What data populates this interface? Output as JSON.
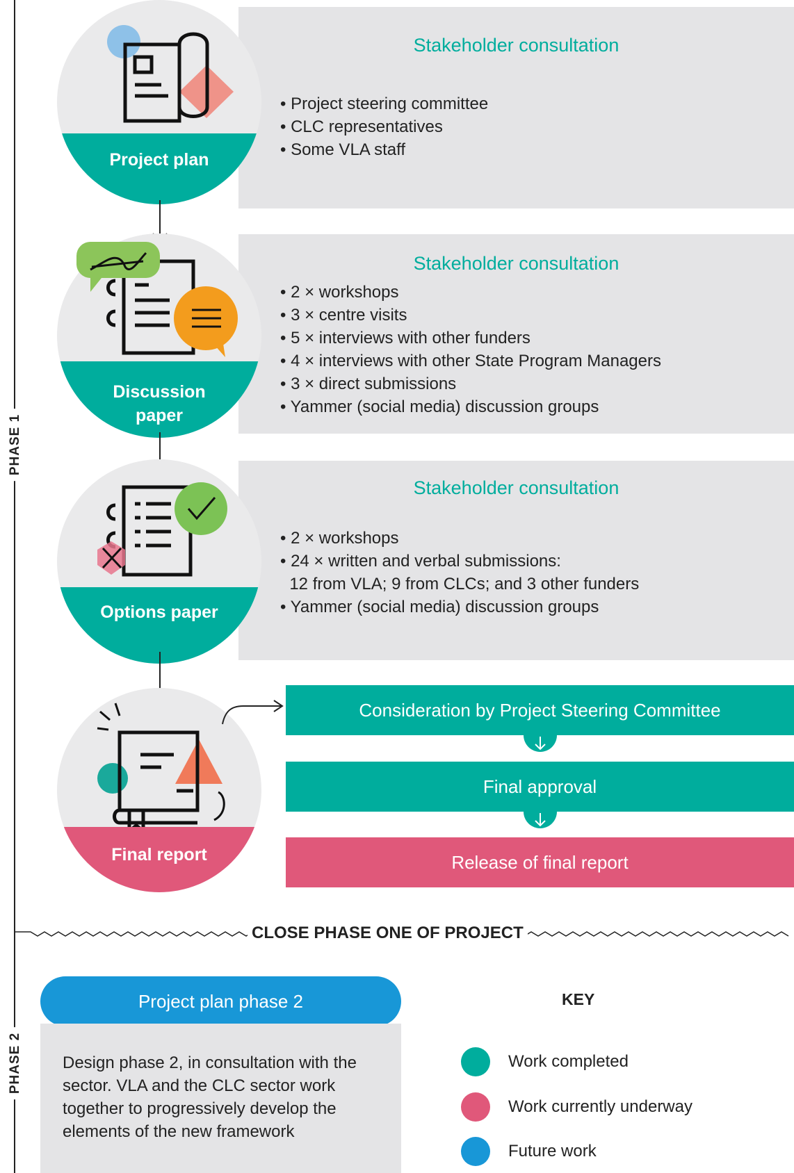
{
  "phases": {
    "phase1": "PHASE 1",
    "phase2": "PHASE 2"
  },
  "steps": [
    {
      "label": "Project plan",
      "consultation_title": "Stakeholder consultation",
      "items": [
        "• Project steering committee",
        "• CLC representatives",
        "• Some VLA staff"
      ]
    },
    {
      "label_line1": "Discussion",
      "label_line2": "paper",
      "consultation_title": "Stakeholder consultation",
      "items": [
        "• 2 × workshops",
        "• 3 × centre visits",
        "• 5 × interviews with other funders",
        "• 4 × interviews with other State Program Managers",
        "• 3 × direct submissions",
        "• Yammer (social media) discussion groups"
      ]
    },
    {
      "label": "Options paper",
      "consultation_title": "Stakeholder consultation",
      "items": [
        "• 2 × workshops",
        "• 24 × written and verbal submissions:",
        "  12 from VLA; 9 from CLCs; and 3 other funders",
        "• Yammer (social media) discussion groups"
      ]
    },
    {
      "label": "Final report",
      "bars": [
        "Consideration by Project Steering Committee",
        "Final approval",
        "Release of final report"
      ]
    }
  ],
  "close_text": "CLOSE PHASE ONE OF PROJECT",
  "phase2": {
    "pill": "Project plan phase 2",
    "description": "Design phase 2, in consultation with the sector. VLA and the CLC sector work together to progressively develop the elements of the new framework"
  },
  "key": {
    "title": "KEY",
    "items": [
      {
        "label": "Work completed",
        "color": "#00ad9d"
      },
      {
        "label": "Work currently underway",
        "color": "#e0587a"
      },
      {
        "label": "Future work",
        "color": "#1897d7"
      }
    ]
  },
  "colors": {
    "teal": "#00ad9d",
    "pink": "#e0587a",
    "blue": "#1897d7",
    "grey": "#e4e4e6"
  }
}
